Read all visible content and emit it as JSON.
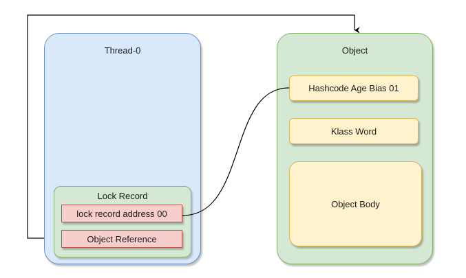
{
  "thread": {
    "title": "Thread-0",
    "lock_record": {
      "title": "Lock Record",
      "address_label": "lock  record  address 00",
      "reference_label": "Object Reference"
    }
  },
  "object": {
    "title": "Object",
    "mark_word_label": "Hashcode  Age  Bias  01",
    "klass_word_label": "Klass Word",
    "body_label": "Object  Body"
  },
  "colors": {
    "thread_fill": "#dae8fc",
    "thread_stroke": "#6c8ebf",
    "green_fill": "#d5e8d4",
    "green_stroke": "#82b366",
    "red_fill": "#f8cecc",
    "red_stroke": "#b85450",
    "yellow_fill": "#fff2cc",
    "yellow_stroke": "#d6b656",
    "line": "#000000"
  }
}
